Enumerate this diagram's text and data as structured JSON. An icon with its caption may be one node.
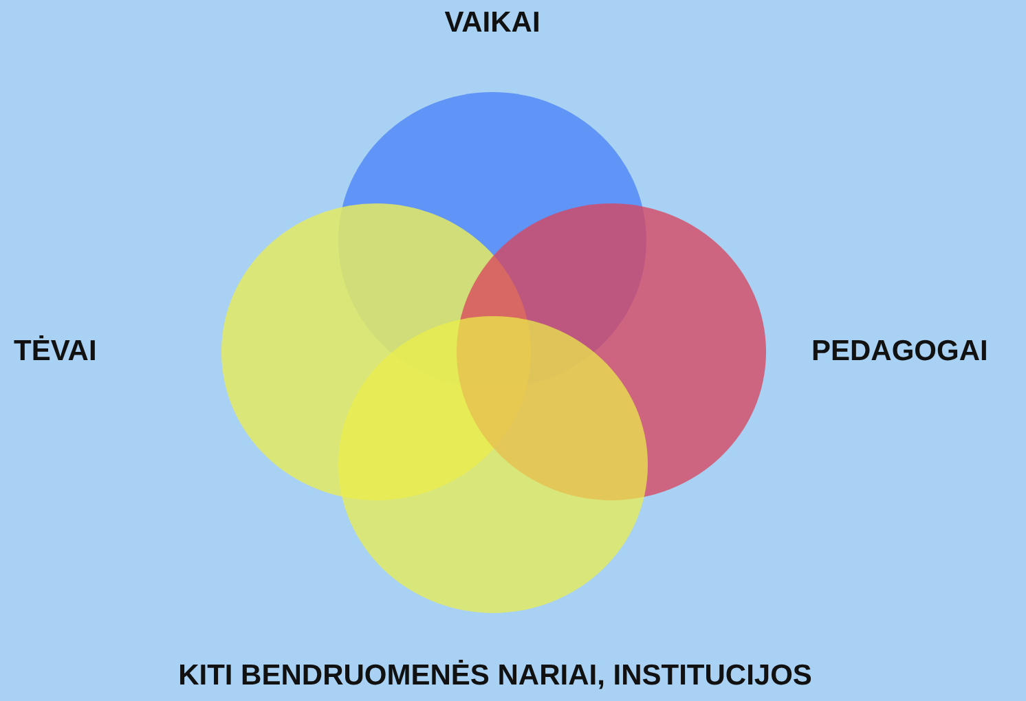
{
  "diagram": {
    "nodes": [
      {
        "text": [
          "VAIKAI"
        ]
      },
      {
        "text": [
          "TĖVAI"
        ]
      },
      {
        "text": [
          "PEDAGOGAI"
        ]
      },
      {
        "text": [
          "KITI BENDRUOMENĖS NARIAI, INSTITUCIJOS"
        ]
      }
    ],
    "edges": []
  }
}
